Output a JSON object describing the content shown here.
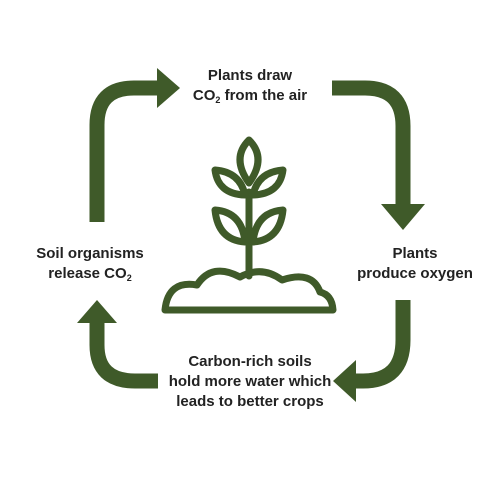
{
  "colors": {
    "accent": "#3f5a29",
    "text": "#222222",
    "background": "#ffffff"
  },
  "labels": {
    "top": {
      "line1": "Plants draw",
      "line2_pre": "CO",
      "line2_sub": "2",
      "line2_post": " from the air"
    },
    "right": {
      "line1": "Plants",
      "line2": "produce oxygen"
    },
    "bottom": {
      "line1": "Carbon-rich soils",
      "line2": "hold more water which",
      "line3": "leads to better crops"
    },
    "left": {
      "line1": "Soil organisms",
      "line2_pre": "release CO",
      "line2_sub": "2"
    }
  },
  "icons": {
    "center": "plant-sprout-icon",
    "cycle": "cycle-arrows"
  }
}
